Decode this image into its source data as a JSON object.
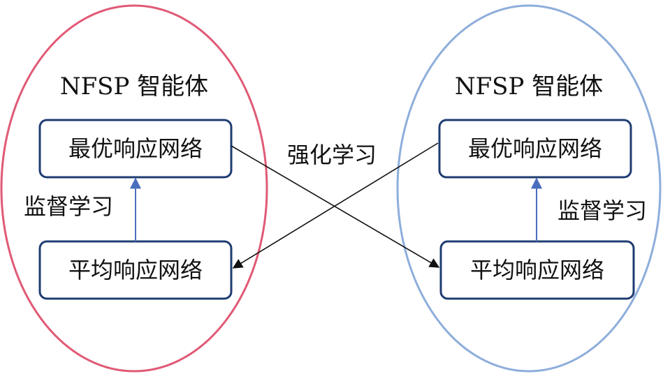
{
  "agents": [
    {
      "title": "NFSP 智能体",
      "best_response_label": "最优响应网络",
      "average_label": "平均响应网络",
      "supervised_label": "监督学习",
      "ellipse_color": "#e05a75",
      "box_border_color": "#1f3c72",
      "arrow_color": "#4a6dbd"
    },
    {
      "title": "NFSP 智能体",
      "best_response_label": "最优响应网络",
      "average_label": "平均响应网络",
      "supervised_label": "监督学习",
      "ellipse_color": "#8eaedb",
      "box_border_color": "#1f3c72",
      "arrow_color": "#4a6dbd"
    }
  ],
  "cross": {
    "label": "强化学习",
    "color": "#111111"
  }
}
